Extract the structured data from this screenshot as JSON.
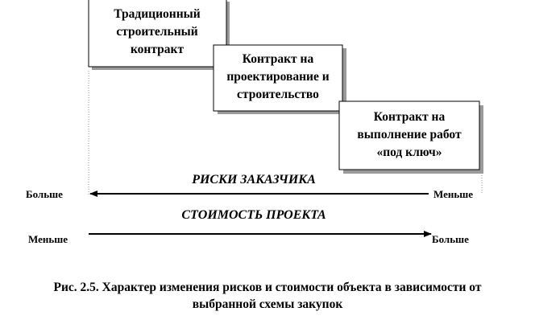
{
  "boxes": [
    {
      "lines": [
        "Традиционный",
        "строительный",
        "контракт"
      ]
    },
    {
      "lines": [
        "Контракт на",
        "проектирование и",
        "строительство"
      ]
    },
    {
      "lines": [
        "Контракт на",
        "выполнение работ",
        "«под ключ»"
      ]
    }
  ],
  "risk_axis": {
    "title": "РИСКИ ЗАКАЗЧИКА",
    "left_label": "Больше",
    "right_label": "Меньше"
  },
  "cost_axis": {
    "title": "СТОИМОСТЬ ПРОЕКТА",
    "left_label": "Меньше",
    "right_label": "Больше"
  },
  "caption": {
    "line1": "Рис. 2.5.  Характер изменения рисков и стоимости объекта в зависимости от",
    "line2": "выбранной схемы закупок"
  }
}
